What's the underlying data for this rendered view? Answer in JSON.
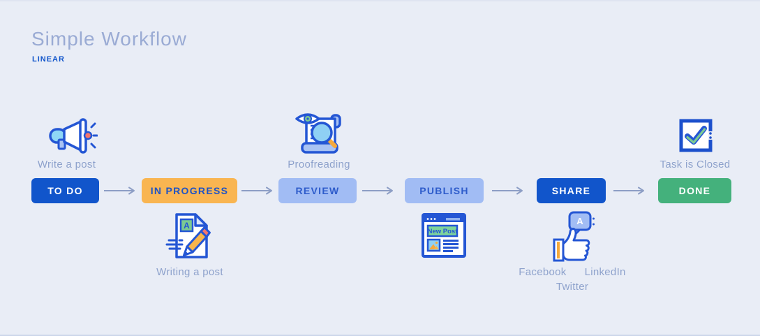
{
  "header": {
    "title": "Simple Workflow",
    "subtitle": "LINEAR"
  },
  "workflow": {
    "stages": [
      {
        "label": "TO DO",
        "color": "#1155cb",
        "annotation": "Write a post",
        "annotation_position": "above",
        "icon": "megaphone-icon"
      },
      {
        "label": "IN PROGRESS",
        "color": "#f9b551",
        "annotation": "Writing a post",
        "annotation_position": "below",
        "icon": "document-pencil-icon"
      },
      {
        "label": "REVIEW",
        "color": "#a1bcf4",
        "annotation": "Proofreading",
        "annotation_position": "above",
        "icon": "proofreading-icon"
      },
      {
        "label": "PUBLISH",
        "color": "#a1bcf4",
        "annotation": "",
        "annotation_position": "below",
        "icon": "browser-new-post-icon"
      },
      {
        "label": "SHARE",
        "color": "#1155cb",
        "channels": [
          "Facebook",
          "LinkedIn",
          "Twitter"
        ],
        "annotation_position": "below",
        "icon": "thumbs-up-icon"
      },
      {
        "label": "DONE",
        "color": "#44b17c",
        "annotation": "Task is Closed",
        "annotation_position": "above",
        "icon": "checkbox-check-icon"
      }
    ]
  },
  "icons": {
    "publish_banner": "New Post",
    "writing_letter": "A",
    "share_letter": "A"
  },
  "colors": {
    "background": "#e9edf6",
    "primary_blue": "#1155cb",
    "orange": "#f9b551",
    "periwinkle": "#a1bcf4",
    "green": "#44b17c",
    "title_text": "#9aabd4",
    "note_text": "#8ea2cc",
    "arrow": "#8d9ec5",
    "icon_outline": "#2456d4"
  }
}
